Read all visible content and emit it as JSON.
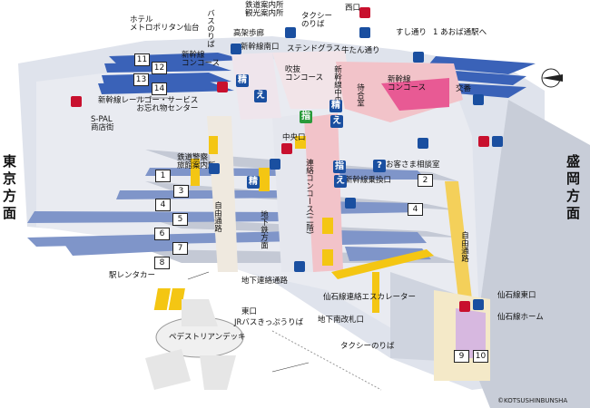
{
  "directions": {
    "left": "東京方面",
    "right": "盛岡方面",
    "north": "西口",
    "aoba": "1 あおば通駅へ"
  },
  "platforms": {
    "shinkansen": [
      "11",
      "12",
      "13",
      "14"
    ],
    "zairai": [
      "1",
      "2",
      "3",
      "4",
      "5",
      "6",
      "7",
      "8"
    ],
    "senseki": [
      "9",
      "10"
    ]
  },
  "labels": {
    "hotel": "ホテル\nメトロポリタン仙台",
    "bus_pool": "バスのりば",
    "koka_hodo": "高架歩廊",
    "tetsudo_annai": "鉄道案内所\n観光案内所",
    "taxi_top": "タクシー\nのりば",
    "nishiguchi": "西口",
    "sushi": "すし通り",
    "shinkansen_concourse_left": "新幹線\nコンコース",
    "shinkansen_minami": "新幹線南口",
    "stained_glass": "ステンドグラス",
    "gyutan": "牛たん通り",
    "fukinuke": "吹抜\nコンコース",
    "shinkansen_chuo": "新幹線中央口",
    "machiaishitsu": "待合室",
    "shinkansen_concourse_right": "新幹線\nコンコース",
    "koban": "交番",
    "rail_service": "新幹線レールゴー・サービス\nお忘れ物センター",
    "spal": "S-PAL\n商店街",
    "chuoguchi": "中央口",
    "tetsudo_keisatsu": "鉄道警察\n旅館案内所",
    "renraku_concourse": "連絡コンコース(二階)",
    "customer": "お客さま相談室",
    "shinkansen_norikae": "新幹線乗換口",
    "jiyu_left": "自由通路",
    "jiyu_right": "自由通路",
    "chika_tetsu": "地下鉄方面",
    "chika_renraku": "地下連絡通路",
    "eki_rentacar": "駅レンタカー",
    "higashiguchi": "東口",
    "jr_bus": "JRバスきっぷうりば",
    "pedestrian": "ペデストリアンデッキ",
    "senseki_escalator": "仙石線連絡エスカレーター",
    "chika_minami": "地下南改札口",
    "taxi_bottom": "タクシーのりば",
    "senseki_higashi": "仙石線東口",
    "senseki_home": "仙石線ホーム",
    "copyright": "©KOTSUSHINBUNSHA"
  },
  "tags": {
    "sei": "精",
    "e": "え",
    "shi": "指",
    "info": "?"
  },
  "colors": {
    "shinkansen_platform": "#3a62b8",
    "zairai_platform": "#7f95c9",
    "concourse_pink": "#f2c3c9",
    "waiting_magenta": "#e85a94",
    "building_gray": "#d9dde6",
    "shadow_gray": "#b9bfcc",
    "walkway_gray": "#e8e8e8",
    "stair_yellow": "#f4c613",
    "viewcard_green": "#2a9a3a"
  }
}
